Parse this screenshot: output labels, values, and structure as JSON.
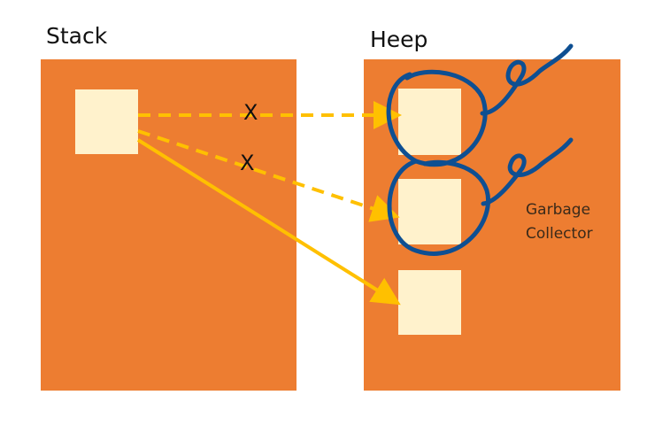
{
  "stack": {
    "title": "Stack"
  },
  "heap": {
    "title": "Heep"
  },
  "references": [
    {
      "mark": "X",
      "style": "dashed"
    },
    {
      "mark": "X",
      "style": "dashed"
    },
    {
      "style": "solid"
    }
  ],
  "gc_label": {
    "line1": "Garbage",
    "line2": "Collector"
  },
  "colors": {
    "panel": "#ED7D31",
    "object": "#FFF2CC",
    "arrow": "#FFC000",
    "scribble": "#0E4F92"
  }
}
